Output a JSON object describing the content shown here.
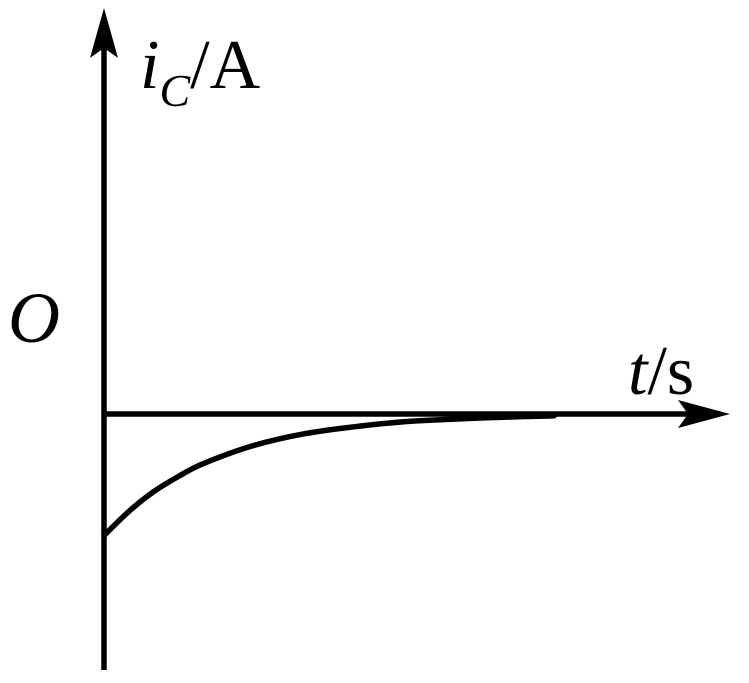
{
  "chart_data": {
    "type": "line",
    "title": "",
    "origin_label": "O",
    "xlabel": {
      "var": "t",
      "unit": "s"
    },
    "ylabel": {
      "var": "i",
      "sub": "C",
      "unit": "A"
    },
    "grid": false,
    "legend": "none",
    "xlim": [
      0,
      6
    ],
    "ylim": [
      -4,
      6
    ],
    "series": [
      {
        "x": [
          0,
          0.25,
          0.5,
          0.75,
          1.0,
          1.5,
          2.0,
          2.5,
          3.0,
          3.5,
          4.0,
          4.5
        ],
        "y": [
          -1.9,
          -1.52,
          -1.21,
          -0.97,
          -0.77,
          -0.49,
          -0.31,
          -0.2,
          -0.12,
          -0.08,
          -0.05,
          -0.03
        ]
      }
    ],
    "colors": {
      "axis": "#000000",
      "curve": "#000000"
    }
  }
}
